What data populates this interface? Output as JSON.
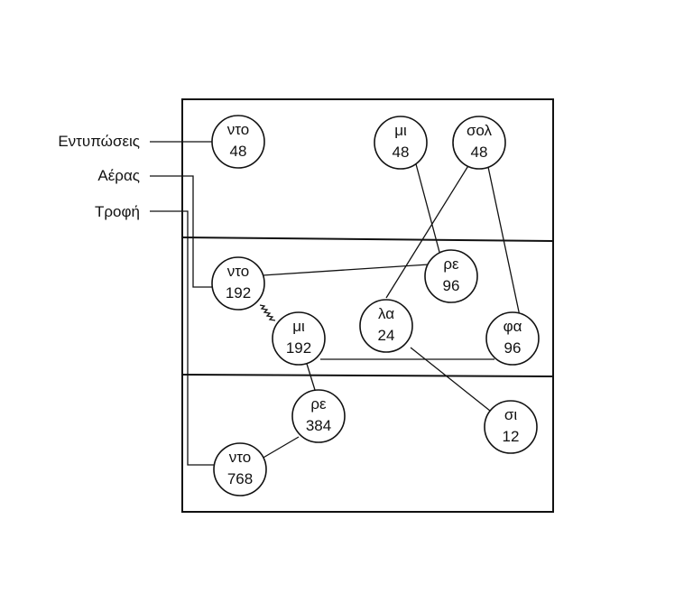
{
  "inputs": {
    "impressions": "Εντυπώσεις",
    "air": "Αέρας",
    "food": "Τροφή"
  },
  "nodes": {
    "do48": {
      "note": "ντο",
      "value": "48"
    },
    "mi48": {
      "note": "μι",
      "value": "48"
    },
    "sol48": {
      "note": "σολ",
      "value": "48"
    },
    "do192": {
      "note": "ντο",
      "value": "192"
    },
    "re96": {
      "note": "ρε",
      "value": "96"
    },
    "mi192": {
      "note": "μι",
      "value": "192"
    },
    "la24": {
      "note": "λα",
      "value": "24"
    },
    "fa96": {
      "note": "φα",
      "value": "96"
    },
    "re384": {
      "note": "ρε",
      "value": "384"
    },
    "si12": {
      "note": "σι",
      "value": "12"
    },
    "do768": {
      "note": "ντο",
      "value": "768"
    }
  }
}
